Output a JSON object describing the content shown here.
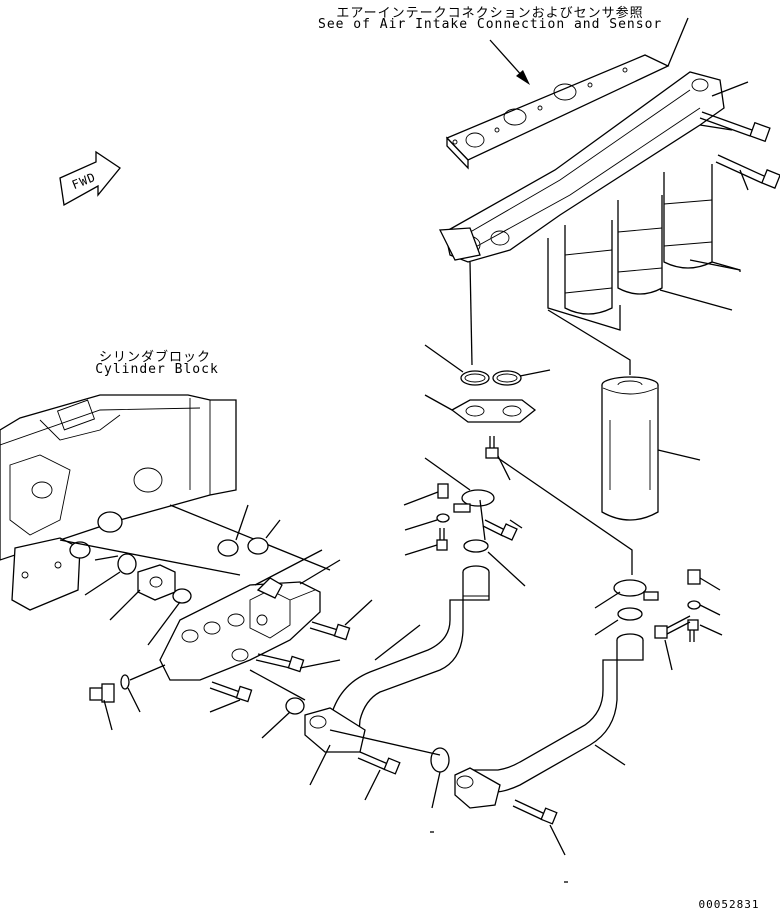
{
  "labels": {
    "air_intake_jp": "エアーインテークコネクションおよびセンサ参照",
    "air_intake_en": "See of Air Intake Connection and Sensor",
    "cylinder_block_jp": "シリンダブロック",
    "cylinder_block_en": "Cylinder Block",
    "fwd": "FWD",
    "drawing_number": "00052831"
  }
}
